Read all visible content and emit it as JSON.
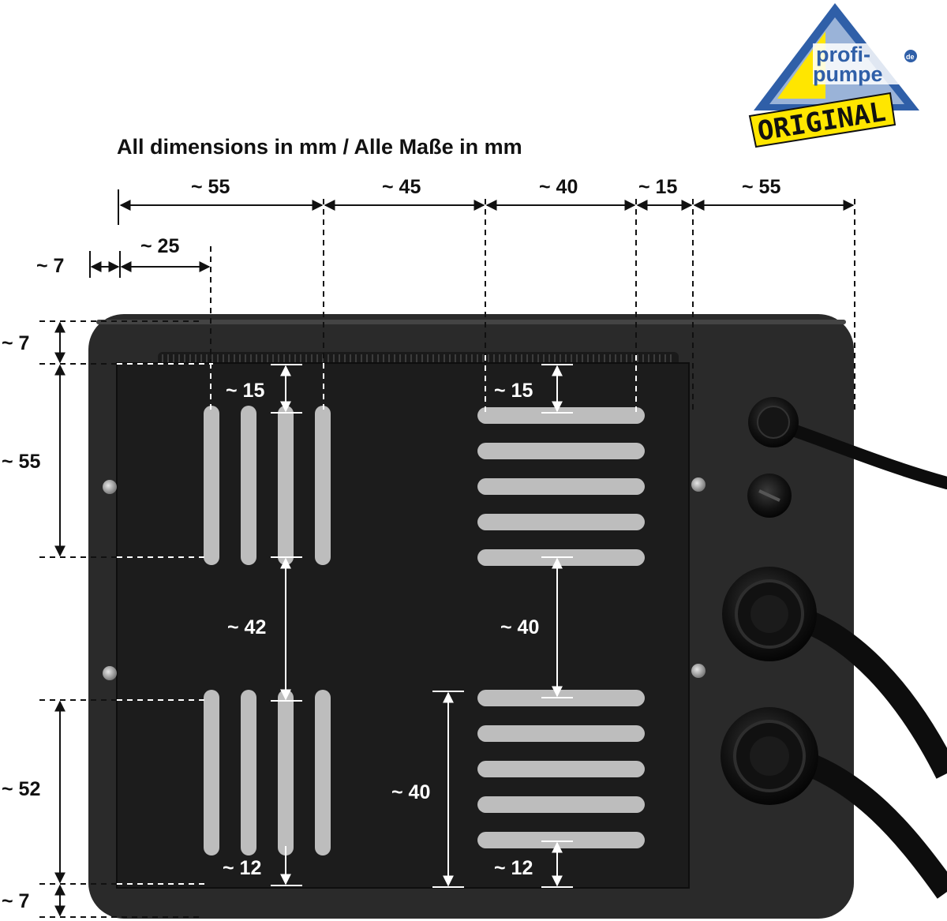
{
  "title": "All dimensions in mm / Alle Maße in mm",
  "logo": {
    "brand_line1": "profi-",
    "brand_line2": "pumpe",
    "tld": "de",
    "badge": "ORIGINAL",
    "colors": {
      "roof": "#9ab3d8",
      "yellow": "#ffe600",
      "blue": "#2f5fa8"
    }
  },
  "colors": {
    "housing": "#2a2a2a",
    "plate": "#1c1c1c",
    "slot": "#bdbdbd",
    "line_dark": "#111111",
    "line_light": "#ffffff",
    "cable": "#0d0d0d"
  },
  "labels": {
    "top_55_left": "~ 55",
    "top_45": "~ 45",
    "top_40": "~ 40",
    "top_15": "~ 15",
    "top_55_right": "~ 55",
    "left_7": "~ 7",
    "left_25": "~ 25",
    "side_7_top": "~ 7",
    "side_55": "~ 55",
    "side_52": "~ 52",
    "side_7_bottom": "~ 7",
    "in_15_left": "~ 15",
    "in_15_right": "~ 15",
    "in_42": "~ 42",
    "in_40_mid": "~ 40",
    "in_40_low": "~ 40",
    "in_12_left": "~ 12",
    "in_12_right": "~ 12"
  },
  "icons": [
    "cable-gland-icon",
    "fuse-holder-icon",
    "screw-icon"
  ]
}
